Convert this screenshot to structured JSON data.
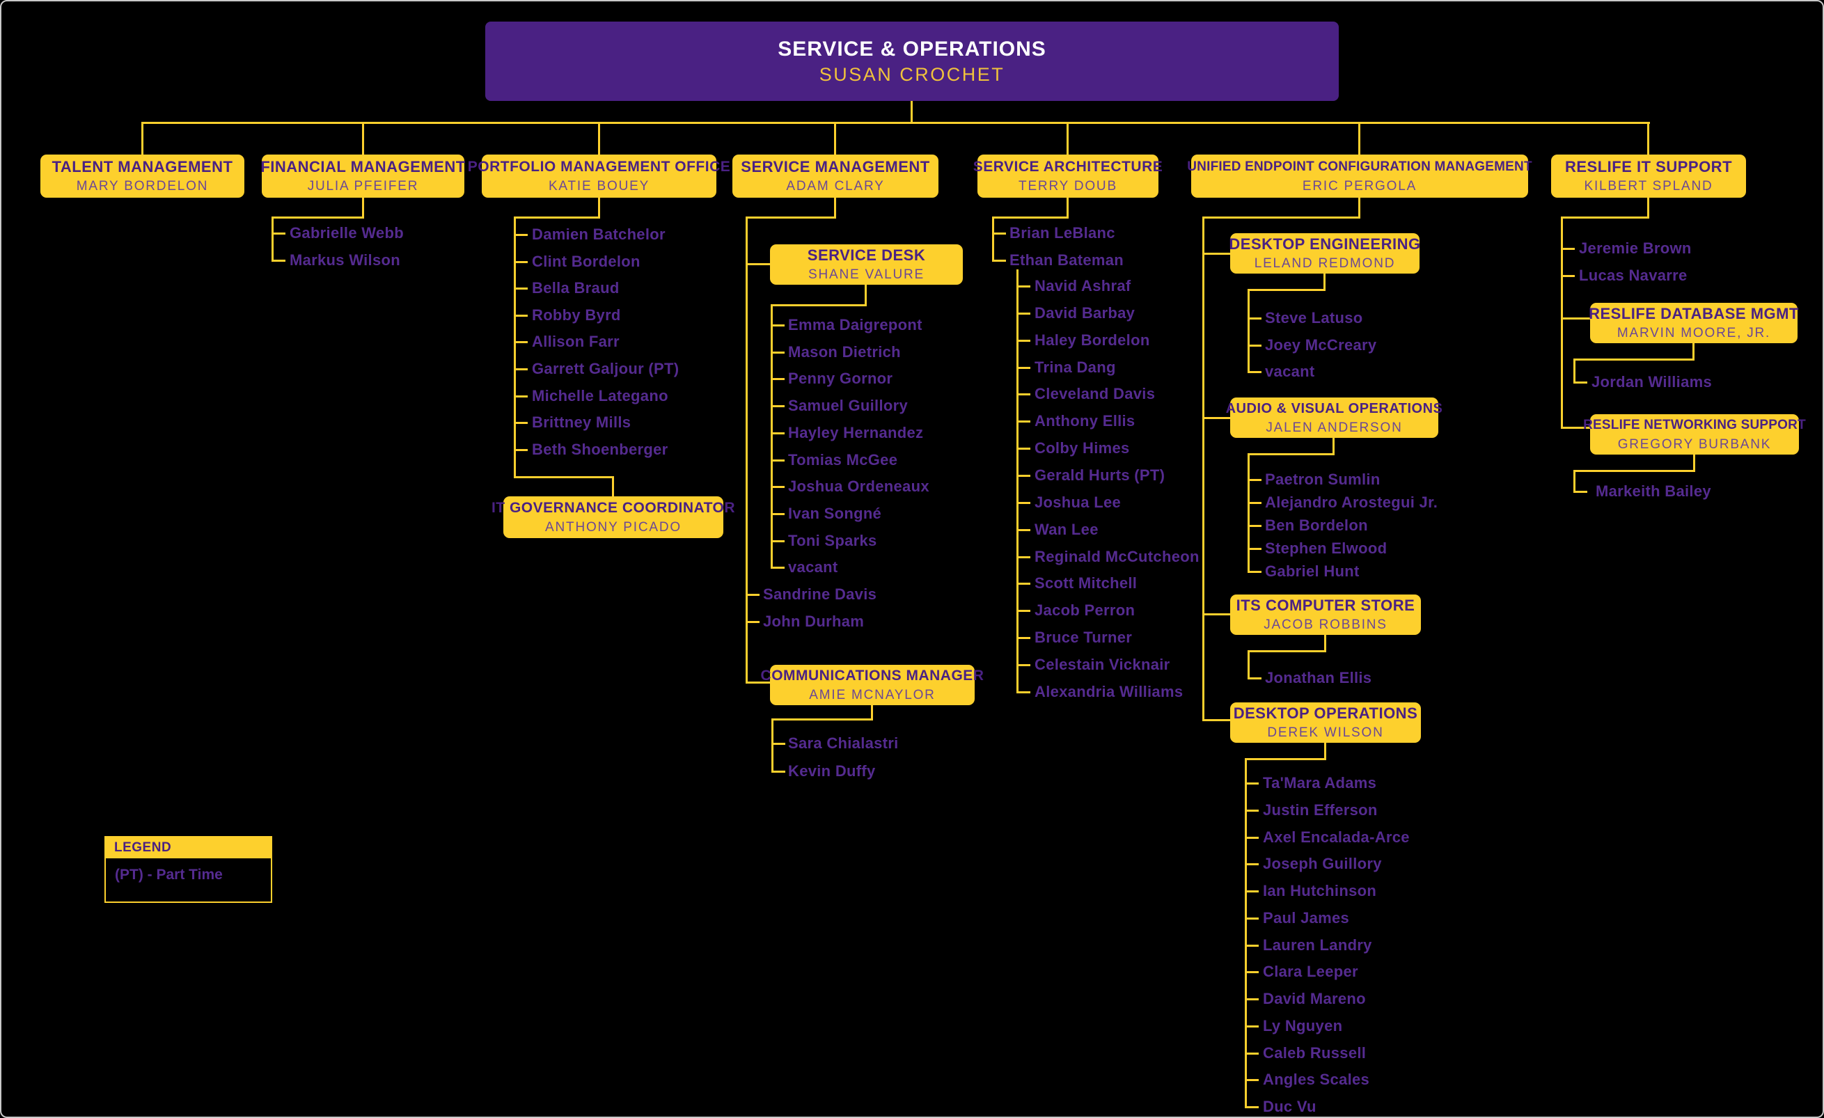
{
  "root": {
    "title": "SERVICE & OPERATIONS",
    "name": "SUSAN CROCHET"
  },
  "talent": {
    "title": "TALENT MANAGEMENT",
    "name": "MARY BORDELON"
  },
  "financial": {
    "title": "FINANCIAL MANAGEMENT",
    "name": "JULIA PFEIFER",
    "members": [
      "Gabrielle Webb",
      "Markus Wilson"
    ]
  },
  "portfolio": {
    "title": "PORTFOLIO MANAGEMENT OFFICE",
    "name": "KATIE BOUEY",
    "members": [
      "Damien Batchelor",
      "Clint Bordelon",
      "Bella Braud",
      "Robby Byrd",
      "Allison Farr",
      "Garrett Galjour (PT)",
      "Michelle Lategano",
      "Brittney Mills",
      "Beth Shoenberger"
    ],
    "it_governance": {
      "title": "IT GOVERNANCE COORDINATOR",
      "name": "ANTHONY PICADO"
    }
  },
  "service_management": {
    "title": "SERVICE MANAGEMENT",
    "name": "ADAM CLARY",
    "service_desk": {
      "title": "SERVICE DESK",
      "name": "SHANE VALURE",
      "members": [
        "Emma Daigrepont",
        "Mason Dietrich",
        "Penny Gornor",
        "Samuel Guillory",
        "Hayley Hernandez",
        "Tomias McGee",
        "Joshua Ordeneaux",
        "Ivan Songné",
        "Toni Sparks",
        "vacant"
      ]
    },
    "members": [
      "Sandrine Davis",
      "John Durham"
    ],
    "communications": {
      "title": "COMMUNICATIONS MANAGER",
      "name": "AMIE MCNAYLOR",
      "members": [
        "Sara Chialastri",
        "Kevin Duffy"
      ]
    }
  },
  "service_architecture": {
    "title": "SERVICE ARCHITECTURE",
    "name": "TERRY DOUB",
    "members": [
      "Brian LeBlanc",
      "Ethan Bateman"
    ],
    "bateman_team": [
      "Navid Ashraf",
      "David Barbay",
      "Haley Bordelon",
      "Trina Dang",
      "Cleveland Davis",
      "Anthony Ellis",
      "Colby Himes",
      "Gerald Hurts (PT)",
      "Joshua Lee",
      "Wan Lee",
      "Reginald McCutcheon",
      "Scott Mitchell",
      "Jacob Perron",
      "Bruce Turner",
      "Celestain Vicknair",
      "Alexandria Williams"
    ]
  },
  "uecm": {
    "title": "UNIFIED ENDPOINT CONFIGURATION MANAGEMENT",
    "name": "ERIC PERGOLA",
    "desktop_engineering": {
      "title": "DESKTOP ENGINEERING",
      "name": "LELAND REDMOND",
      "members": [
        "Steve Latuso",
        "Joey McCreary",
        "vacant"
      ]
    },
    "audio_visual": {
      "title": "AUDIO & VISUAL OPERATIONS",
      "name": "JALEN ANDERSON",
      "members": [
        "Paetron Sumlin",
        "Alejandro Arostegui Jr.",
        "Ben Bordelon",
        "Stephen Elwood",
        "Gabriel Hunt"
      ]
    },
    "computer_store": {
      "title": "ITS COMPUTER STORE",
      "name": "JACOB ROBBINS",
      "members": [
        "Jonathan Ellis"
      ]
    },
    "desktop_operations": {
      "title": "DESKTOP OPERATIONS",
      "name": "DEREK WILSON",
      "members": [
        "Ta'Mara Adams",
        "Justin Efferson",
        "Axel Encalada-Arce",
        "Joseph Guillory",
        "Ian Hutchinson",
        "Paul James",
        "Lauren Landry",
        "Clara Leeper",
        "David Mareno",
        "Ly Nguyen",
        "Caleb Russell",
        "Angles Scales",
        "Duc Vu"
      ]
    }
  },
  "reslife": {
    "title": "RESLIFE IT SUPPORT",
    "name": "KILBERT SPLAND",
    "members": [
      "Jeremie Brown",
      "Lucas Navarre"
    ],
    "database": {
      "title": "RESLIFE DATABASE MGMT",
      "name": "MARVIN MOORE, JR.",
      "members": [
        "Jordan Williams"
      ]
    },
    "networking": {
      "title": "RESLIFE NETWORKING SUPPORT",
      "name": "GREGORY BURBANK",
      "members": [
        "Markeith Bailey"
      ]
    }
  },
  "legend": {
    "header": "LEGEND",
    "note": "(PT) - Part Time"
  },
  "colors": {
    "background": "#000000",
    "gold": "#FDD02D",
    "purple": "#4A2183",
    "member_text": "#552B90"
  }
}
